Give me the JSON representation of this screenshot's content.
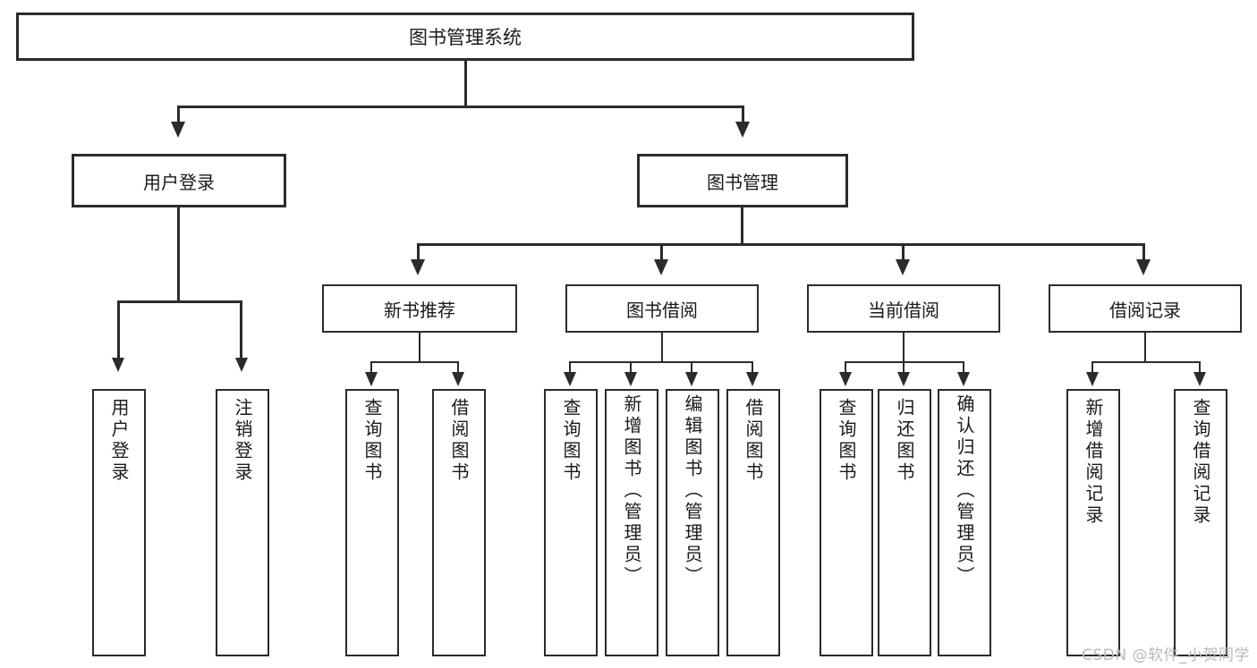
{
  "diagram": {
    "title": "图书管理系统",
    "watermark": "CSDN @软件_小贺同学"
  },
  "chart_data": {
    "type": "tree",
    "title": "图书管理系统",
    "orientation": "top-down",
    "root": "图书管理系统",
    "levels": 4,
    "nodes": [
      {
        "id": "root",
        "label": "图书管理系统",
        "level": 0,
        "parent": null
      },
      {
        "id": "n1",
        "label": "用户登录",
        "level": 1,
        "parent": "root"
      },
      {
        "id": "n2",
        "label": "图书管理",
        "level": 1,
        "parent": "root"
      },
      {
        "id": "n2a",
        "label": "新书推荐",
        "level": 2,
        "parent": "n2"
      },
      {
        "id": "n2b",
        "label": "图书借阅",
        "level": 2,
        "parent": "n2"
      },
      {
        "id": "n2c",
        "label": "当前借阅",
        "level": 2,
        "parent": "n2"
      },
      {
        "id": "n2d",
        "label": "借阅记录",
        "level": 2,
        "parent": "n2"
      },
      {
        "id": "n1x",
        "label": "用户登录",
        "level": 2,
        "parent": "n1"
      },
      {
        "id": "n1y",
        "label": "注销登录",
        "level": 2,
        "parent": "n1"
      },
      {
        "id": "n2a1",
        "label": "查询图书",
        "level": 3,
        "parent": "n2a"
      },
      {
        "id": "n2a2",
        "label": "借阅图书",
        "level": 3,
        "parent": "n2a"
      },
      {
        "id": "n2b1",
        "label": "查询图书",
        "level": 3,
        "parent": "n2b"
      },
      {
        "id": "n2b2",
        "label": "新增图书（管理员）",
        "level": 3,
        "parent": "n2b"
      },
      {
        "id": "n2b3",
        "label": "编辑图书（管理员）",
        "level": 3,
        "parent": "n2b"
      },
      {
        "id": "n2b4",
        "label": "借阅图书",
        "level": 3,
        "parent": "n2b"
      },
      {
        "id": "n2c1",
        "label": "查询图书",
        "level": 3,
        "parent": "n2c"
      },
      {
        "id": "n2c2",
        "label": "归还图书",
        "level": 3,
        "parent": "n2c"
      },
      {
        "id": "n2c3",
        "label": "确认归还（管理员）",
        "level": 3,
        "parent": "n2c"
      },
      {
        "id": "n2d1",
        "label": "新增借阅记录",
        "level": 3,
        "parent": "n2d"
      },
      {
        "id": "n2d2",
        "label": "查询借阅记录",
        "level": 3,
        "parent": "n2d"
      }
    ],
    "colors": {
      "box_fill": "#ffffff",
      "box_stroke": "#2b2b2b",
      "text": "#1a1a1a",
      "watermark": "#b9b9b9"
    }
  },
  "tree": {
    "root": {
      "label": "图书管理系统"
    },
    "level1": [
      {
        "label": "用户登录"
      },
      {
        "label": "图书管理"
      }
    ],
    "level2": [
      {
        "label": "新书推荐"
      },
      {
        "label": "图书借阅"
      },
      {
        "label": "当前借阅"
      },
      {
        "label": "借阅记录"
      }
    ],
    "user_login_children": [
      {
        "label": "用户登录"
      },
      {
        "label": "注销登录"
      }
    ],
    "new_book_children": [
      {
        "label": "查询图书"
      },
      {
        "label": "借阅图书"
      }
    ],
    "borrow_children": [
      {
        "label": "查询图书"
      },
      {
        "label": "新增图书（管理员）"
      },
      {
        "label": "编辑图书（管理员）"
      },
      {
        "label": "借阅图书"
      }
    ],
    "current_children": [
      {
        "label": "查询图书"
      },
      {
        "label": "归还图书"
      },
      {
        "label": "确认归还（管理员）"
      }
    ],
    "record_children": [
      {
        "label": "新增借阅记录"
      },
      {
        "label": "查询借阅记录"
      }
    ]
  }
}
